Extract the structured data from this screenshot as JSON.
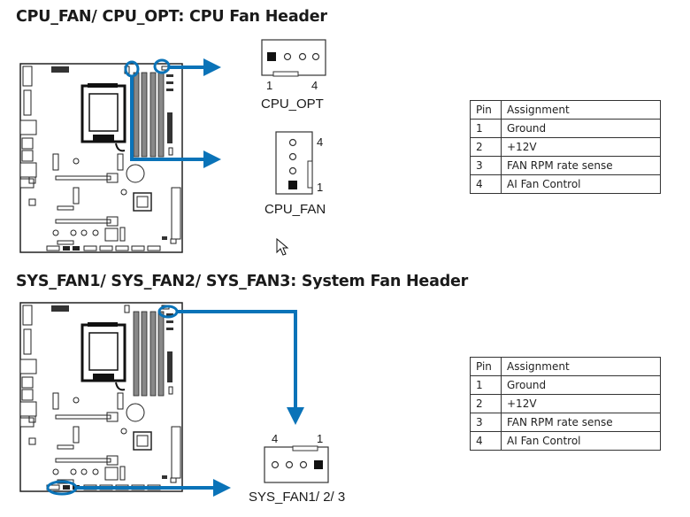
{
  "sections": [
    {
      "title": "CPU_FAN/ CPU_OPT: CPU Fan Header",
      "connectors": [
        {
          "name": "CPU_OPT",
          "pin_labels": [
            "1",
            "4"
          ],
          "orientation": "horizontal"
        },
        {
          "name": "CPU_FAN",
          "pin_labels": [
            "4",
            "1"
          ],
          "orientation": "vertical"
        }
      ],
      "table": {
        "headers": [
          "Pin",
          "Assignment"
        ],
        "rows": [
          [
            "1",
            "Ground"
          ],
          [
            "2",
            "+12V"
          ],
          [
            "3",
            "FAN RPM rate sense"
          ],
          [
            "4",
            "AI Fan Control"
          ]
        ]
      }
    },
    {
      "title": "SYS_FAN1/ SYS_FAN2/ SYS_FAN3: System Fan Header",
      "connectors": [
        {
          "name": "SYS_FAN1/ 2/ 3",
          "pin_labels": [
            "4",
            "1"
          ],
          "orientation": "horizontal"
        }
      ],
      "table": {
        "headers": [
          "Pin",
          "Assignment"
        ],
        "rows": [
          [
            "1",
            "Ground"
          ],
          [
            "2",
            "+12V"
          ],
          [
            "3",
            "FAN RPM rate sense"
          ],
          [
            "4",
            "AI Fan Control"
          ]
        ]
      }
    }
  ],
  "colors": {
    "accent_blue": "#0a73b8",
    "line": "#1a1a1a"
  },
  "icons": {
    "cursor": "mouse-pointer-icon"
  }
}
